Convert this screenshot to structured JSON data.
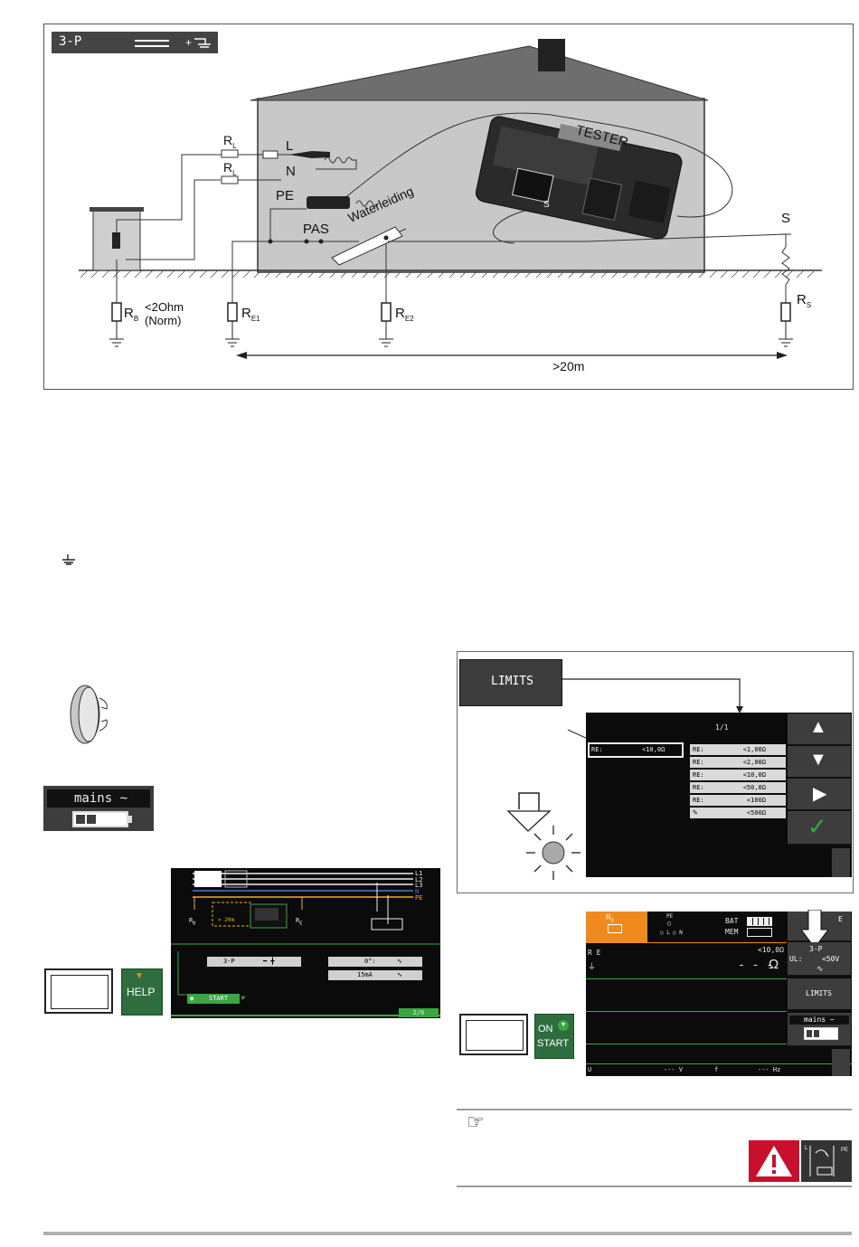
{
  "diagram": {
    "mode_badge": "3-P",
    "labels": {
      "rl1": "R",
      "rl1_sub": "L",
      "rl2": "R",
      "rl2_sub": "L",
      "l": "L",
      "n": "N",
      "pe": "PE",
      "pas": "PAS",
      "waterleiding": "Waterleiding",
      "tester": "TESTER",
      "s": "S",
      "rb": "R",
      "rb_sub": "B",
      "rb_note1": "<2Ohm",
      "rb_note2": "(Norm)",
      "re1": "R",
      "re1_sub": "E1",
      "re2": "R",
      "re2_sub": "E2",
      "rs": "R",
      "rs_sub": "S",
      "distance": ">20m"
    }
  },
  "status": {
    "mains": "mains ~"
  },
  "help_screen": {
    "lines": [
      "L1",
      "L2",
      "L3",
      "N",
      "PE"
    ],
    "rb": "R",
    "rb_sub": "B",
    "re": "R",
    "re_sub": "E",
    "dist": "> 20m",
    "mode": "3-P",
    "angle": "0°:",
    "current": "15mA",
    "start": "START",
    "page": "2/6",
    "help_key": "HELP"
  },
  "limits_panel": {
    "button": "LIMITS",
    "page": "1/1",
    "selected_key": "RE:",
    "selected_val": "<10,0Ω",
    "options": [
      {
        "k": "RE:",
        "v": "<1,00Ω"
      },
      {
        "k": "RE:",
        "v": "<2,00Ω"
      },
      {
        "k": "RE:",
        "v": "<10,0Ω"
      },
      {
        "k": "RE:",
        "v": "<50,0Ω"
      },
      {
        "k": "RE:",
        "v": "<100Ω"
      },
      {
        "k": "",
        "v": "<500Ω"
      }
    ]
  },
  "measure_screen": {
    "r_label": "R",
    "r_sub": "E",
    "pe": "PE",
    "l": "L",
    "n": "N",
    "bat": "BAT",
    "mem": "MEM",
    "re_row": "R E",
    "limit": "<10,0Ω",
    "value": "- - -",
    "unit": "Ω",
    "mode": "3-P",
    "ul": "UL:",
    "ul_val": "<50V",
    "limits_btn": "LIMITS",
    "mains": "mains ~",
    "u_label": "U",
    "u_val": "--- V",
    "f_label": "f",
    "f_val": "--- Hz",
    "partial_btn": "E"
  },
  "start_key": {
    "on": "ON",
    "start": "START"
  },
  "colors": {
    "screen_bg": "#0b0b0b",
    "accent_green": "#3aa640",
    "accent_orange": "#f08a1c",
    "warning_red": "#c8102e",
    "button_grey": "#3d3d3d"
  }
}
